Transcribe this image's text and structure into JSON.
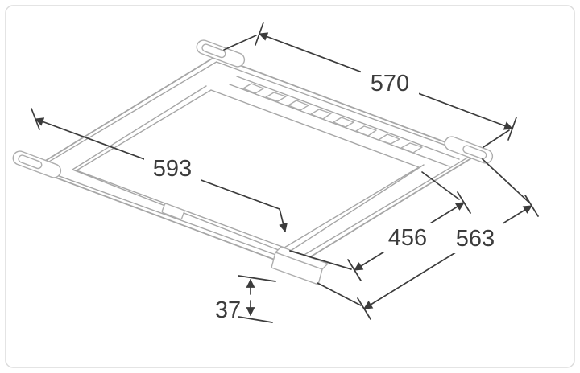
{
  "diagram": {
    "kind": "technical-dimension-drawing",
    "subject": "appliance stacking-frame, isometric line drawing with dimension callouts",
    "background_color": "#ffffff",
    "border_color": "#dcdcdc",
    "frame_line_color": "#a6a6a6",
    "dimension_color": "#3c3c3c",
    "dimensions": {
      "top_width": "570",
      "inner_width": "593",
      "inner_depth": "456",
      "outer_depth": "563",
      "frame_height": "37"
    }
  }
}
